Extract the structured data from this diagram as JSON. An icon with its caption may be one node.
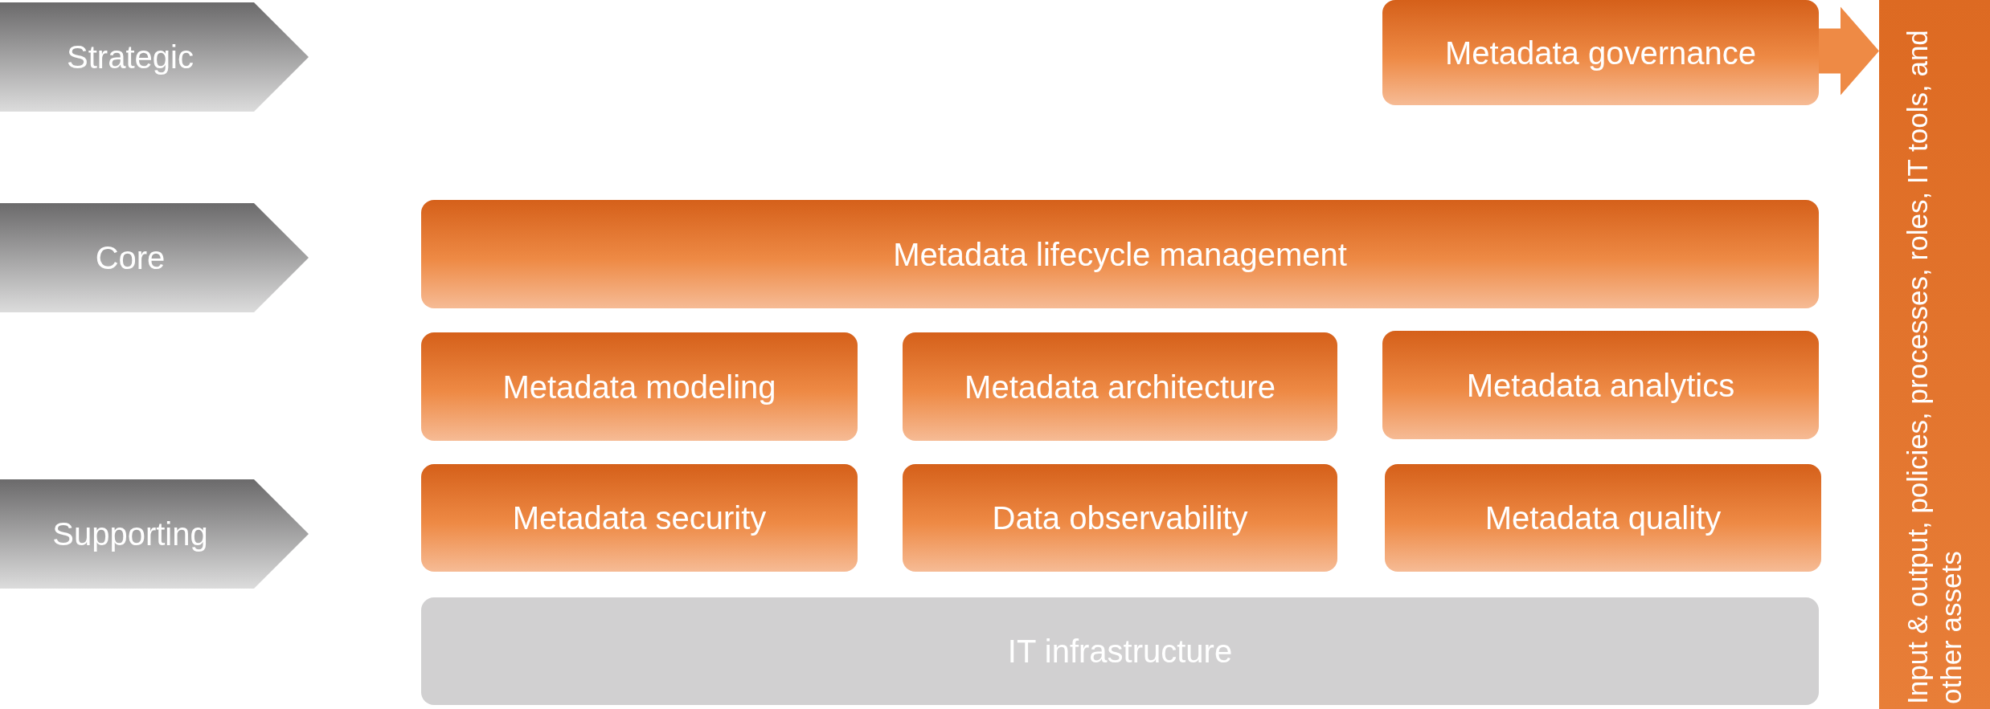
{
  "diagram": {
    "nodes": [
      {
        "text": [
          "Strategic"
        ]
      },
      {
        "text": [
          "Metadata governance"
        ]
      },
      {
        "text": [
          "Input & output, policies, processes, roles, IT tools, and other assets"
        ]
      },
      {
        "text": [
          "Core"
        ]
      },
      {
        "text": [
          "Metadata lifecycle management"
        ]
      },
      {
        "text": [
          "Metadata modeling"
        ]
      },
      {
        "text": [
          "Metadata architecture"
        ]
      },
      {
        "text": [
          "Metadata analytics"
        ]
      },
      {
        "text": [
          "Supporting"
        ]
      },
      {
        "text": [
          "Metadata security"
        ]
      },
      {
        "text": [
          "Data observability"
        ]
      },
      {
        "text": [
          "Metadata quality"
        ]
      },
      {
        "text": [
          "IT infrastructure"
        ]
      }
    ],
    "edges": [
      {
        "from": 1,
        "to": 2,
        "arrow": "to"
      }
    ]
  }
}
